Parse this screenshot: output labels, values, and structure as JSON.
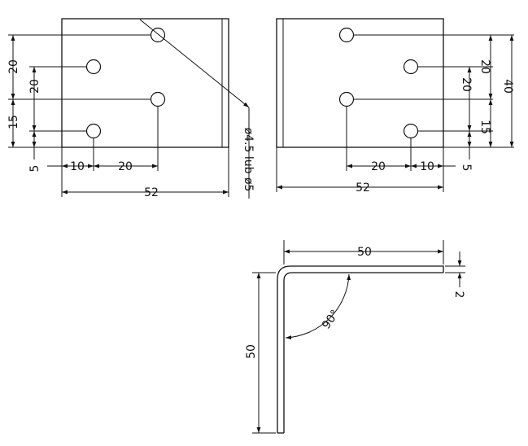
{
  "left_view": {
    "dims": {
      "left_20_outer": "20",
      "left_20_inner": "20",
      "left_15": "15",
      "left_5": "5",
      "bottom_10": "10",
      "bottom_20": "20",
      "overall_52": "52",
      "hole_note": "ø4.5 lub ø5"
    }
  },
  "right_view": {
    "dims": {
      "right_20_upper": "20",
      "right_20_lower": "20",
      "right_15": "15",
      "right_5": "5",
      "overall_40": "40",
      "bottom_20": "20",
      "bottom_10": "10",
      "overall_52": "52"
    }
  },
  "profile_view": {
    "dims": {
      "top_50": "50",
      "thickness_2": "2",
      "side_50": "50",
      "angle_90": "90°"
    }
  }
}
